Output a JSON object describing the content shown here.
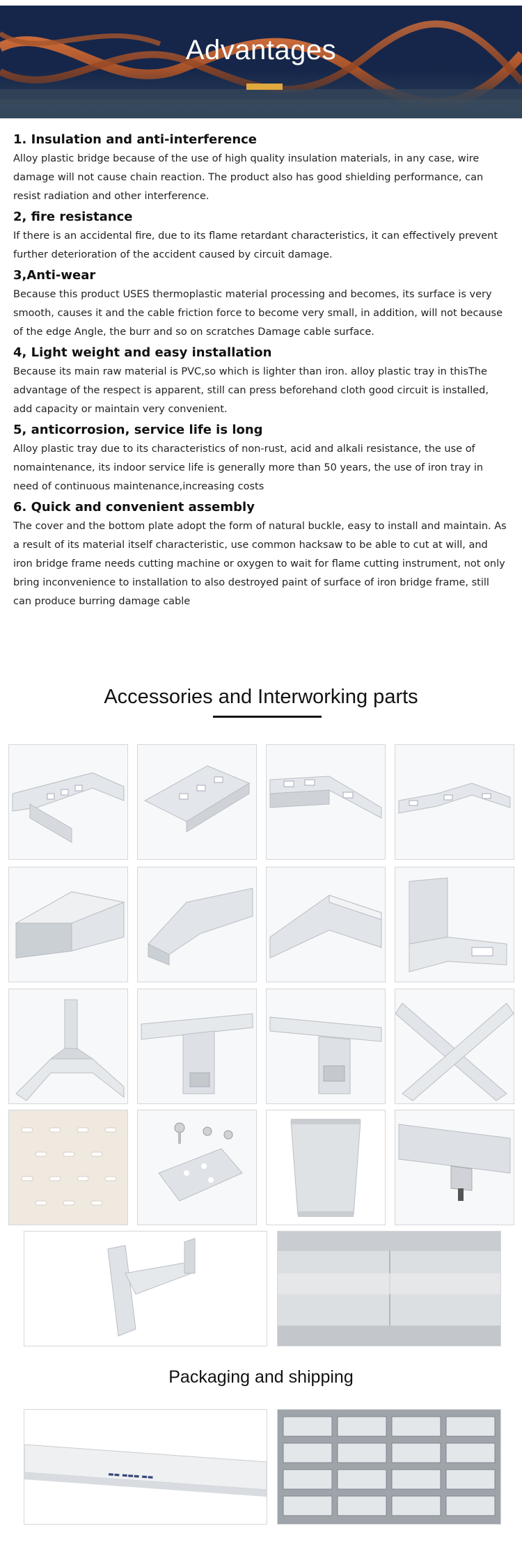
{
  "banner": {
    "title": "Advantages"
  },
  "advantages": [
    {
      "heading": "1. Insulation and anti-interference",
      "text": "Alloy plastic bridge because of the use of high quality insulation materials, in any case, wire damage will not cause chain reaction. The product also has good shielding performance, can resist radiation and other interference."
    },
    {
      "heading": "2, fire resistance",
      "text": "If there is an accidental fire, due to its flame retardant characteristics, it can effectively prevent further deterioration of the accident caused by circuit damage."
    },
    {
      "heading": "3,Anti-wear",
      "text": "Because this product USES thermoplastic material processing and becomes, its surface is very smooth, causes it and the cable friction force to become very small, in addition, will not because of the edge Angle, the burr and so on scratches Damage cable surface."
    },
    {
      "heading": "4, Light weight and easy installation",
      "text": "Because its main raw material is PVC,so which is lighter than iron. alloy plastic tray in thisThe advantage of the respect is apparent, still can press beforehand cloth good circuit is installed, add capacity or maintain very convenient."
    },
    {
      "heading": "5, anticorrosion, service life is long",
      "text": "Alloy plastic tray due to its characteristics of non-rust, acid and alkali resistance, the use of nomaintenance, its indoor service life is generally more than 50 years, the use of iron tray in need of continuous maintenance,increasing costs"
    },
    {
      "heading": "6. Quick and convenient assembly",
      "text": "The cover and the bottom plate adopt the form of natural buckle, easy to install and maintain. As a result of its material itself characteristic, use common hacksaw to be able to cut at will, and iron bridge frame needs cutting machine or oxygen to wait for flame cutting instrument, not only bring inconvenience to installation to also destroyed paint of surface of iron bridge frame, still can produce burring damage cable"
    }
  ],
  "accessories": {
    "title": "Accessories and Interworking parts"
  },
  "packaging": {
    "title": "Packaging and shipping"
  },
  "colors": {
    "accent_bar": "#e0a93e",
    "banner_bg": "#1c2d50",
    "tray_color": "#dfe3e7"
  }
}
